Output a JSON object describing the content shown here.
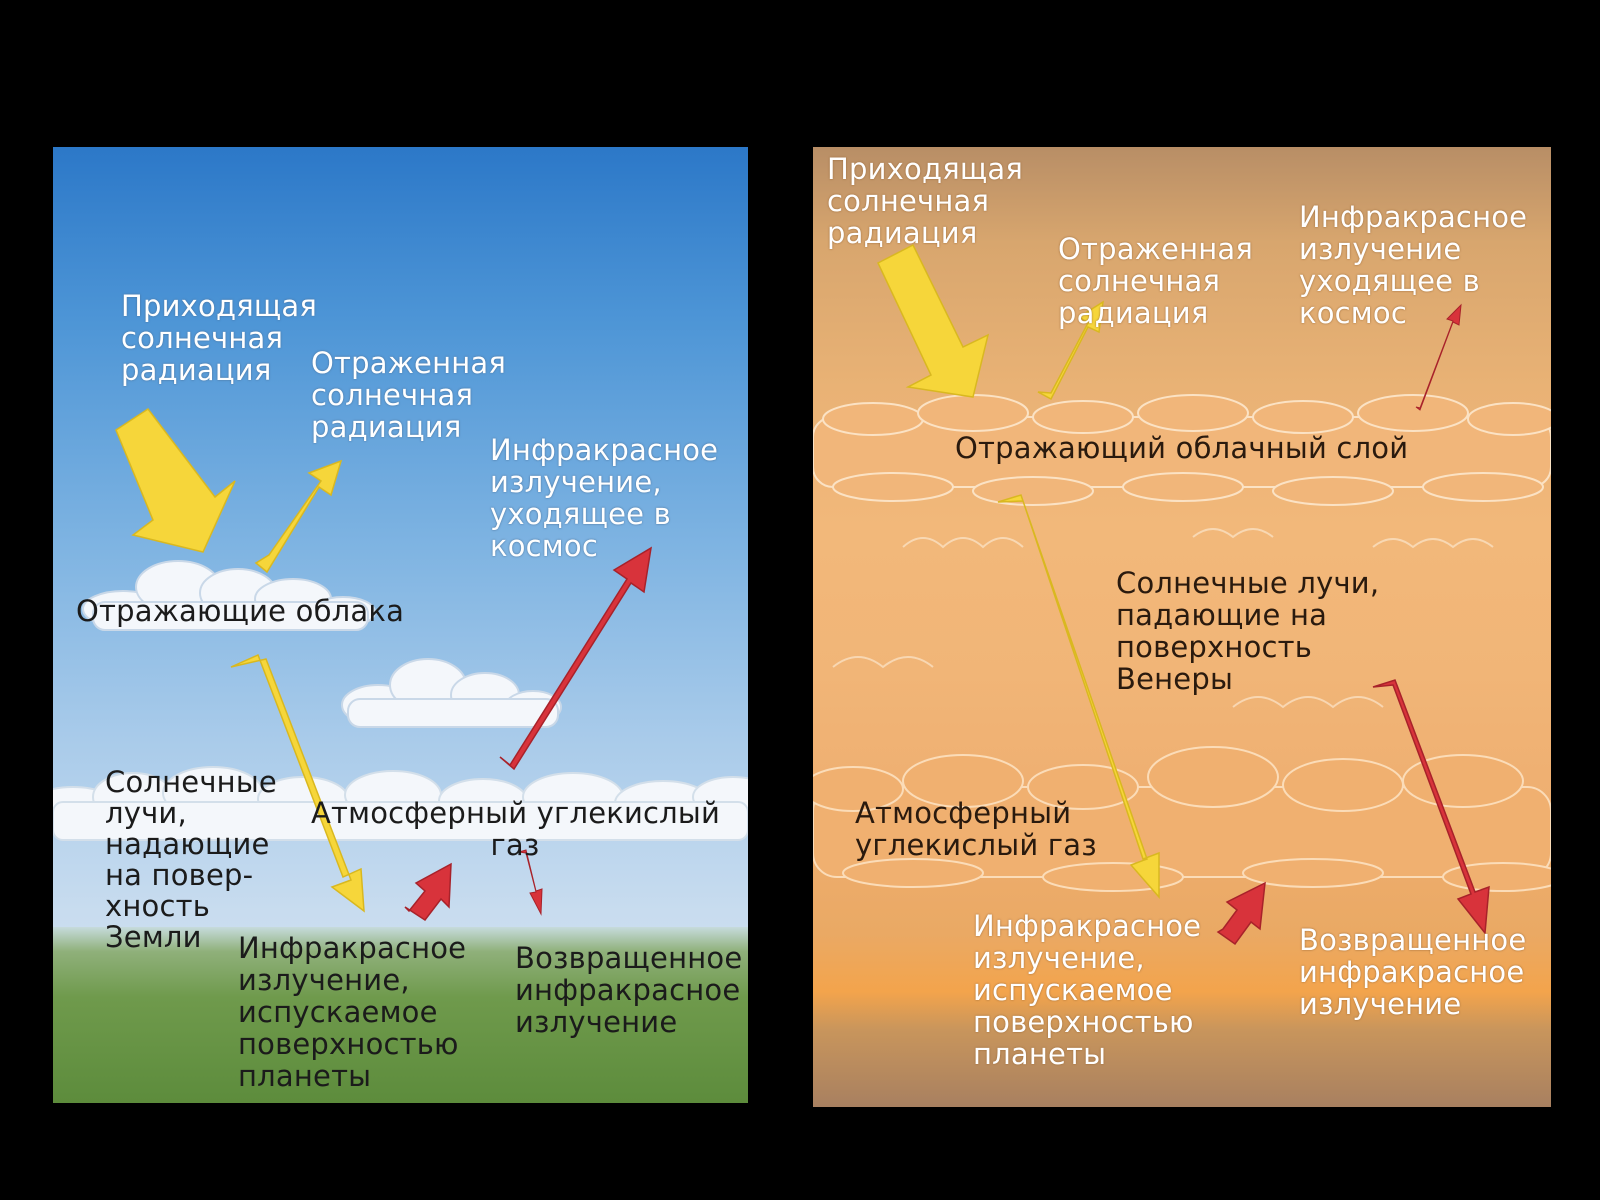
{
  "earth": {
    "incoming": "Приходящая\nсолнечная\nрадиация",
    "reflected": "Отраженная\nсолнечная\nрадиация",
    "infrared_space": "Инфракрасное\nизлучение,\nуходящее в\nкосмос",
    "clouds": "Отражающие облака",
    "sun_rays": "Солнечные\nлучи,\nнадающие\nна повер-\nхность\nЗемли",
    "co2": "Атмосферный углекислый\nгаз",
    "ir_emitted": "Инфракрасное\nизлучение,\nиспускаемое\nповерхностью\nпланеты",
    "ir_returned": "Возвращенное\nинфракрасное\nизлучение"
  },
  "venus": {
    "incoming": "Приходящая\nсолнечная\nрадиация",
    "reflected": "Отраженная\nсолнечная\nрадиация",
    "infrared_space": "Инфракрасное\nизлучение\nуходящее в\nкосмос",
    "cloud_layer": "Отражающий облачный слой",
    "sun_rays": "Солнечные лучи,\nпадающие на\nповерхность\nВенеры",
    "co2": "Атмосферный\nуглекислый газ",
    "ir_emitted": "Инфракрасное\nизлучение,\nиспускаемое\nповерхностью\nпланеты",
    "ir_returned": "Возвращенное\nинфракрасное\nизлучение"
  },
  "colors": {
    "sun_arrow": "#f6d63a",
    "ir_arrow": "#d8333b",
    "background": "#000000"
  }
}
